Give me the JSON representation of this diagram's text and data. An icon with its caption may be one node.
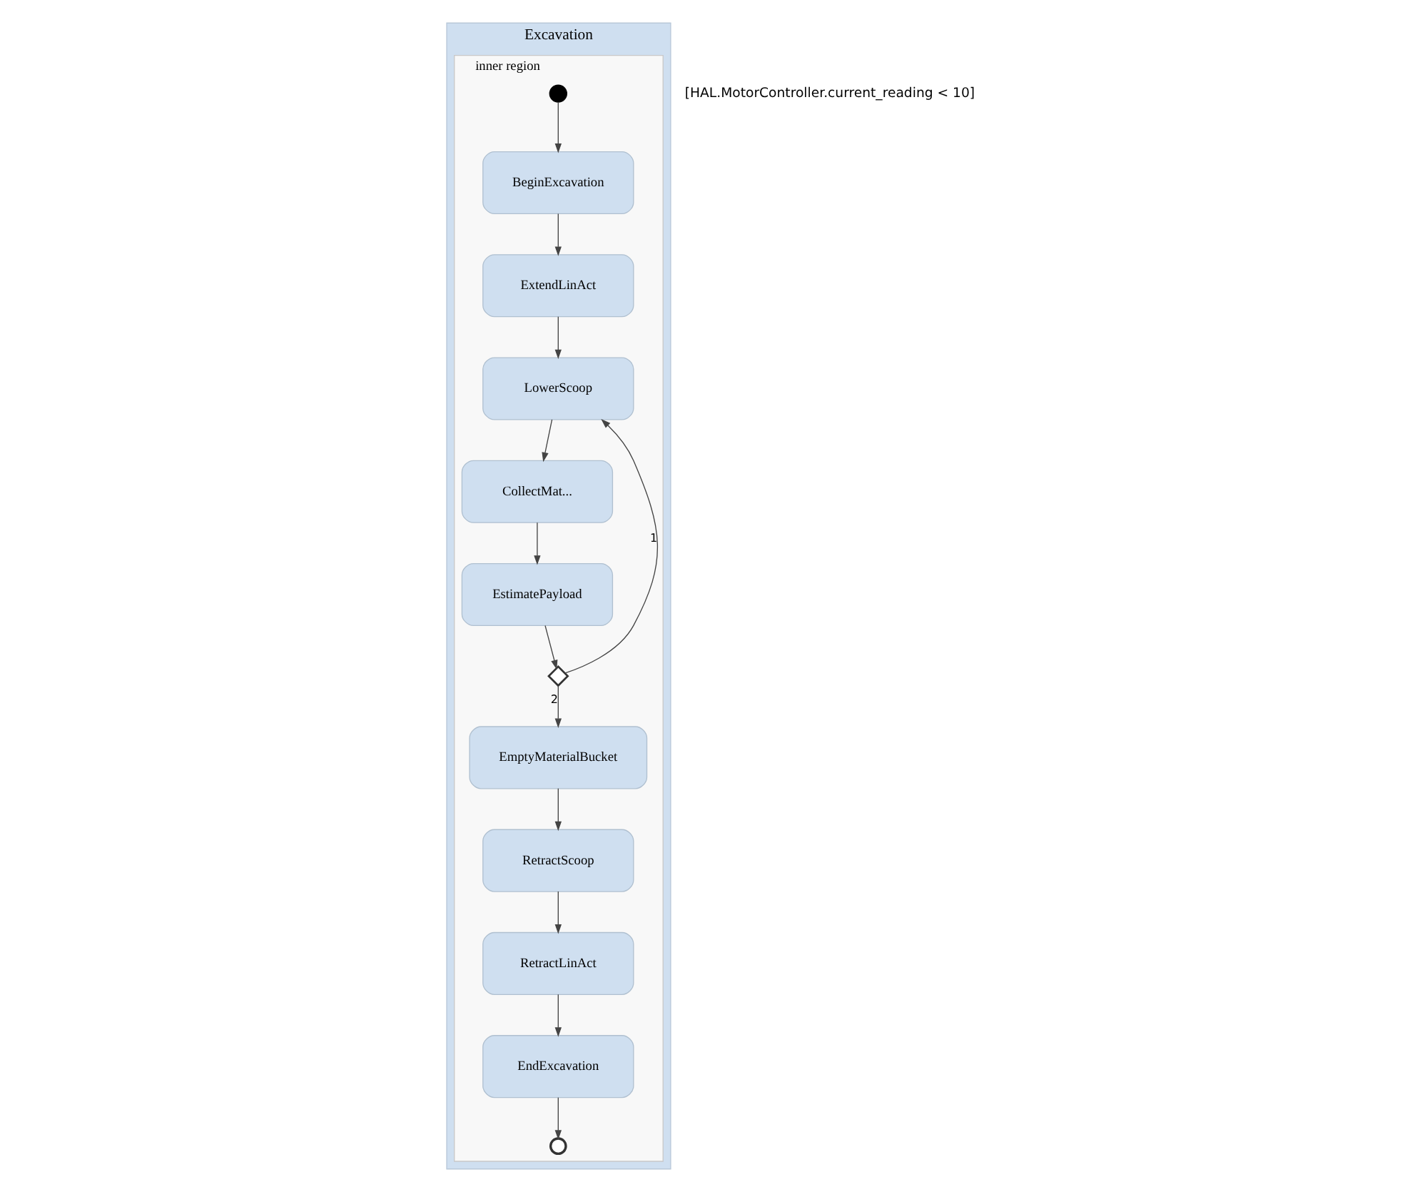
{
  "diagram": {
    "nodes": [
      {
        "text": [
          "Excavation"
        ]
      },
      {
        "text": [
          "inner region"
        ],
        "in": 0
      },
      {
        "text": [],
        "shape": "circle",
        "in": 1
      },
      {
        "text": [
          "BeginExcavation"
        ],
        "in": 1
      },
      {
        "text": [
          "ExtendLinAct"
        ],
        "in": 1
      },
      {
        "text": [
          "LowerScoop"
        ],
        "in": 1
      },
      {
        "text": [
          "EstimatePayload"
        ],
        "in": 1
      },
      {
        "text": [
          "CollectMat..."
        ],
        "in": 1
      },
      {
        "text": [
          "EmptyMaterialBucket"
        ],
        "in": 1
      },
      {
        "text": [],
        "shape": "diamond",
        "in": 1
      },
      {
        "text": [
          "RetractScoop"
        ],
        "in": 1
      },
      {
        "text": [
          "RetractLinAct"
        ],
        "in": 1
      },
      {
        "text": [
          "EndExcavation"
        ],
        "in": 1
      },
      {
        "text": [],
        "shape": "circle",
        "in": 1
      }
    ],
    "edges": [
      {
        "from": 2,
        "to": 3,
        "arrow": "to"
      },
      {
        "from": 3,
        "to": 4,
        "arrow": "to"
      },
      {
        "from": 4,
        "to": 5,
        "arrow": "to"
      },
      {
        "from": 5,
        "to": 7,
        "arrow": "to"
      },
      {
        "from": 7,
        "to": 6,
        "arrow": "to"
      },
      {
        "from": 6,
        "to": 9,
        "arrow": "to"
      },
      {
        "from": 9,
        "to": 8,
        "arrow": "to",
        "label": "2"
      },
      {
        "from": 9,
        "to": 5,
        "arrow": "to",
        "label": "1"
      },
      {
        "from": 8,
        "to": 10,
        "arrow": "to"
      },
      {
        "from": 10,
        "to": 11,
        "arrow": "to"
      },
      {
        "from": 11,
        "to": 12,
        "arrow": "to"
      },
      {
        "from": 12,
        "to": 13,
        "arrow": "to"
      }
    ],
    "labels": [
      "[HAL.MotorController.current_reading < 10]"
    ]
  }
}
